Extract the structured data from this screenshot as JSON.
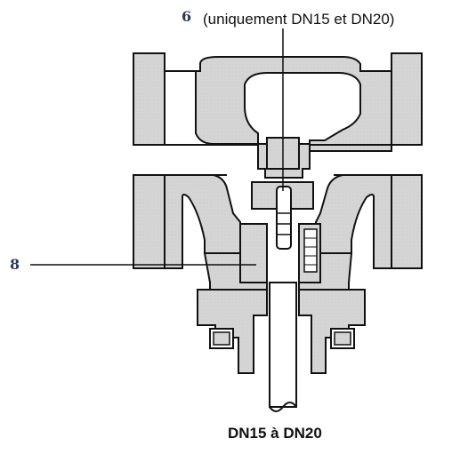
{
  "callouts": {
    "top": {
      "number": "6",
      "note": "(uniquement DN15 et DN20)"
    },
    "left": {
      "number": "8"
    }
  },
  "caption": "DN15 à DN20",
  "colors": {
    "body_fill": "#d6d6d6",
    "outline": "#111111",
    "text": "#111111",
    "callout_number": "#2b3a55"
  }
}
